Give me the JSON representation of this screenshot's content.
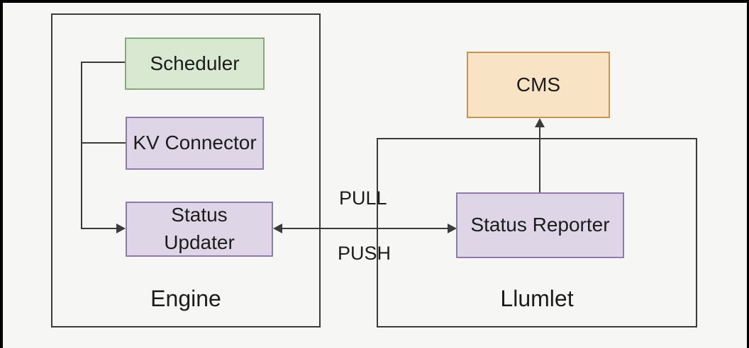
{
  "colors": {
    "background": "#f6f6f5",
    "frame": "#000000",
    "line": "#3b3b3b",
    "text": "#1c1c1c"
  },
  "diagram": {
    "containers": [
      {
        "id": "engine",
        "label": "Engine"
      },
      {
        "id": "llumlet",
        "label": "Llumlet"
      }
    ],
    "nodes": [
      {
        "id": "scheduler",
        "label": "Scheduler",
        "fill": "#d8e8d1",
        "border": "#88a97d"
      },
      {
        "id": "kv-connector",
        "label": "KV Connector",
        "fill": "#ded6e6",
        "border": "#8d7bad"
      },
      {
        "id": "status-updater",
        "label": "Status Updater",
        "fill": "#ded6e6",
        "border": "#8d7bad"
      },
      {
        "id": "status-reporter",
        "label": "Status Reporter",
        "fill": "#ded6e6",
        "border": "#8d7bad"
      },
      {
        "id": "cms",
        "label": "CMS",
        "fill": "#f8e3c5",
        "border": "#c59652"
      }
    ],
    "edge_labels": [
      {
        "id": "pull",
        "text": "PULL"
      },
      {
        "id": "push",
        "text": "PUSH"
      }
    ]
  }
}
